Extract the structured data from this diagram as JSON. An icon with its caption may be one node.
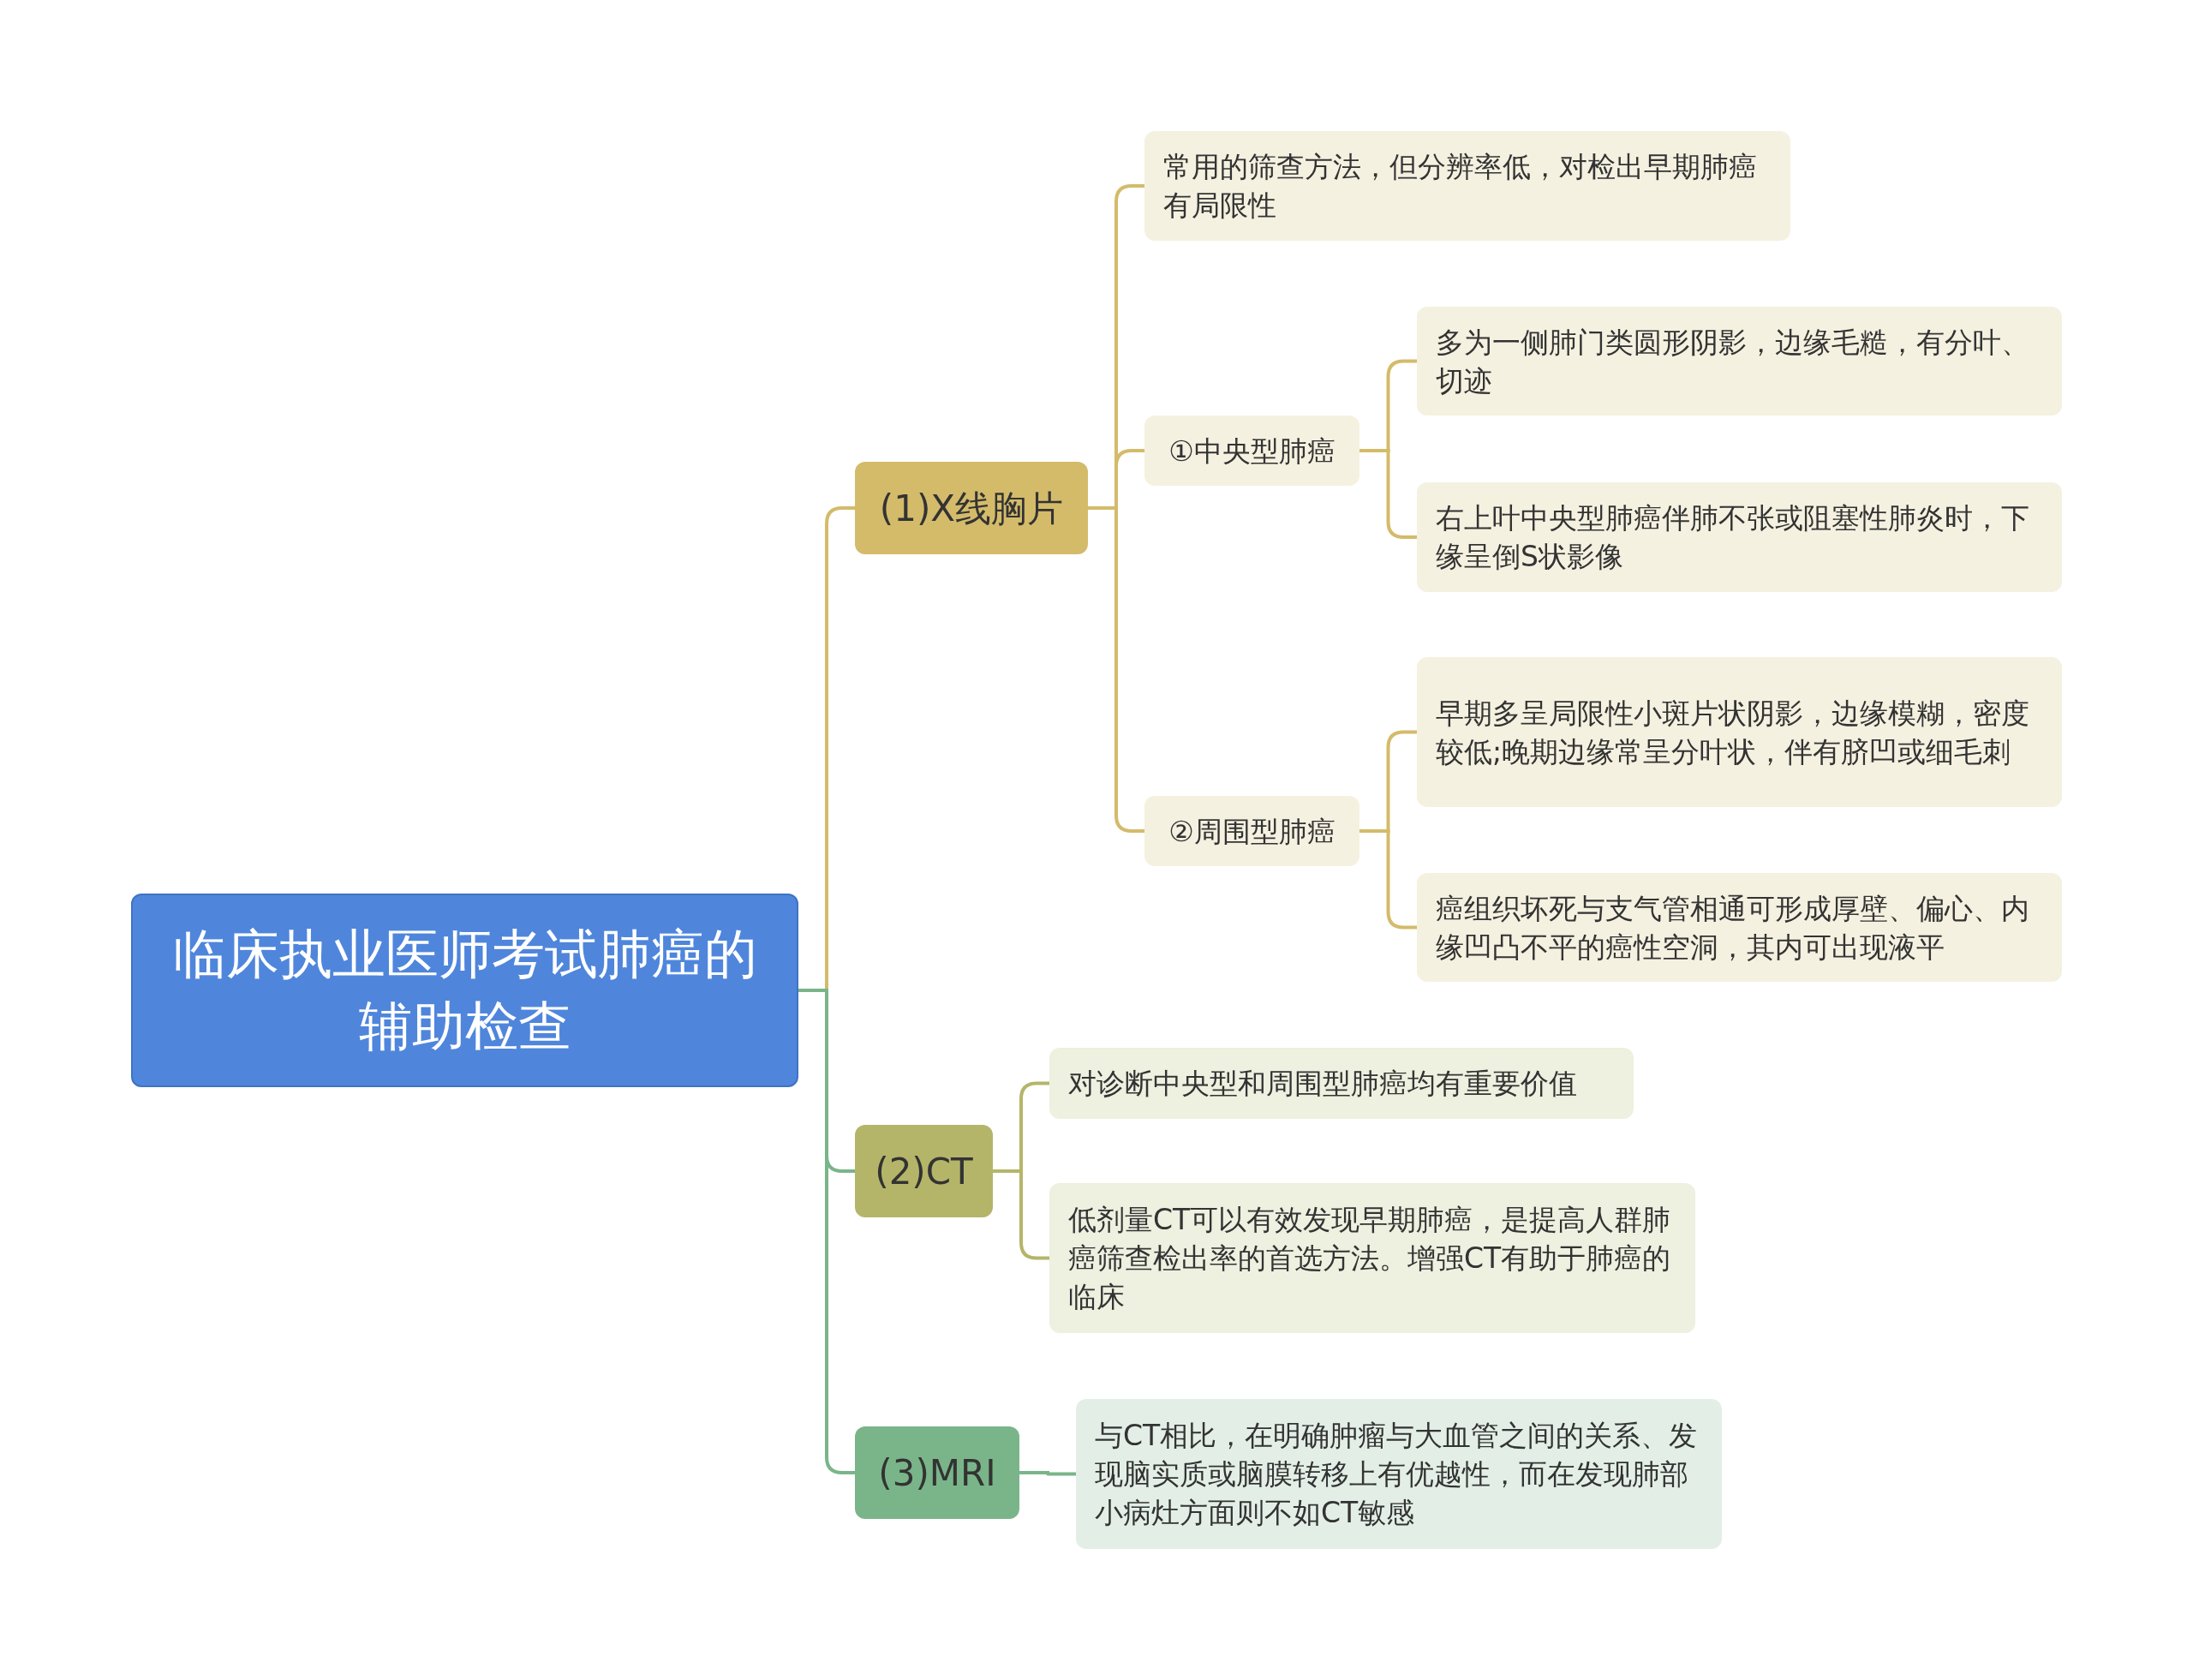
{
  "diagram": {
    "nodes": [
      {
        "text": [
          "临床执业医师考试肺癌的辅助检查"
        ]
      },
      {
        "text": [
          "(1)X线胸片"
        ]
      },
      {
        "text": [
          "常用的筛查方法，但分辨率低，对检出早期肺癌有局限性"
        ]
      },
      {
        "text": [
          "①中央型肺癌"
        ]
      },
      {
        "text": [
          "多为一侧肺门类圆形阴影，边缘毛糙，有分叶、切迹"
        ]
      },
      {
        "text": [
          "右上叶中央型肺癌伴肺不张或阻塞性肺炎时，下缘呈倒S状影像"
        ]
      },
      {
        "text": [
          "②周围型肺癌"
        ]
      },
      {
        "text": [
          "早期多呈局限性小斑片状阴影，边缘模糊，密度较低;晚期边缘常呈分叶状，伴有脐凹或细毛刺"
        ]
      },
      {
        "text": [
          "癌组织坏死与支气管相通可形成厚壁、偏心、内缘凹凸不平的癌性空洞，其内可出现液平"
        ]
      },
      {
        "text": [
          "(2)CT"
        ]
      },
      {
        "text": [
          "对诊断中央型和周围型肺癌均有重要价值"
        ]
      },
      {
        "text": [
          "低剂量CT可以有效发现早期肺癌，是提高人群肺癌筛查检出率的首选方法。增强CT有助于肺癌的临床"
        ]
      },
      {
        "text": [
          "(3)MRI"
        ]
      },
      {
        "text": [
          "与CT相比，在明确肿瘤与大血管之间的关系、发现脑实质或脑膜转移上有优越性，而在发现肺部小病灶方面则不如CT敏感"
        ]
      }
    ],
    "edges": [
      {
        "from": 0,
        "to": 1,
        "arrow": "none"
      },
      {
        "from": 0,
        "to": 9,
        "arrow": "none",
        "color": "#7ab58a"
      },
      {
        "from": 0,
        "to": 12,
        "arrow": "none",
        "color": "#7ab58a"
      },
      {
        "from": 1,
        "to": 2,
        "arrow": "none"
      },
      {
        "from": 1,
        "to": 3,
        "arrow": "none"
      },
      {
        "from": 1,
        "to": 6,
        "arrow": "none"
      },
      {
        "from": 3,
        "to": 4,
        "arrow": "none"
      },
      {
        "from": 3,
        "to": 5,
        "arrow": "none"
      },
      {
        "from": 6,
        "to": 7,
        "arrow": "none"
      },
      {
        "from": 6,
        "to": 8,
        "arrow": "none"
      },
      {
        "from": 9,
        "to": 10,
        "arrow": "none",
        "color": "#b5b56a"
      },
      {
        "from": 9,
        "to": 11,
        "arrow": "none",
        "color": "#b5b56a"
      },
      {
        "from": 12,
        "to": 13,
        "arrow": "none",
        "color": "#7ab58a"
      }
    ]
  }
}
